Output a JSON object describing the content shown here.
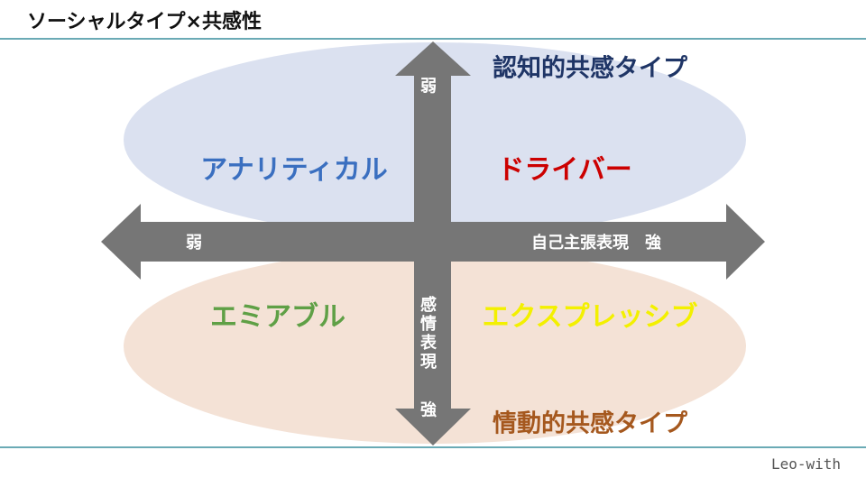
{
  "header": {
    "title": "ソーシャルタイプ×共感性"
  },
  "footer": {
    "brand": "Leo-with"
  },
  "colors": {
    "rule": "#6aaab5",
    "arrow": "#767676",
    "ellipse_top": "#dbe1f0",
    "ellipse_bottom": "#f4e2d6",
    "analytical": "#3a6fc0",
    "driver": "#cc0000",
    "amiable": "#5fa046",
    "expressive": "#f3f000",
    "cognitive": "#1f3566",
    "emotional": "#a5581e"
  },
  "diagram": {
    "types": {
      "cognitive": "認知的共感タイプ",
      "emotional": "情動的共感タイプ"
    },
    "quadrants": {
      "analytical": "アナリティカル",
      "driver": "ドライバー",
      "amiable": "エミアブル",
      "expressive": "エクスプレッシブ"
    },
    "horizontal_axis": {
      "left": "弱",
      "right": "自己主張表現　強"
    },
    "vertical_axis": {
      "top": "弱",
      "name": "感情表現",
      "bottom": "強"
    }
  }
}
